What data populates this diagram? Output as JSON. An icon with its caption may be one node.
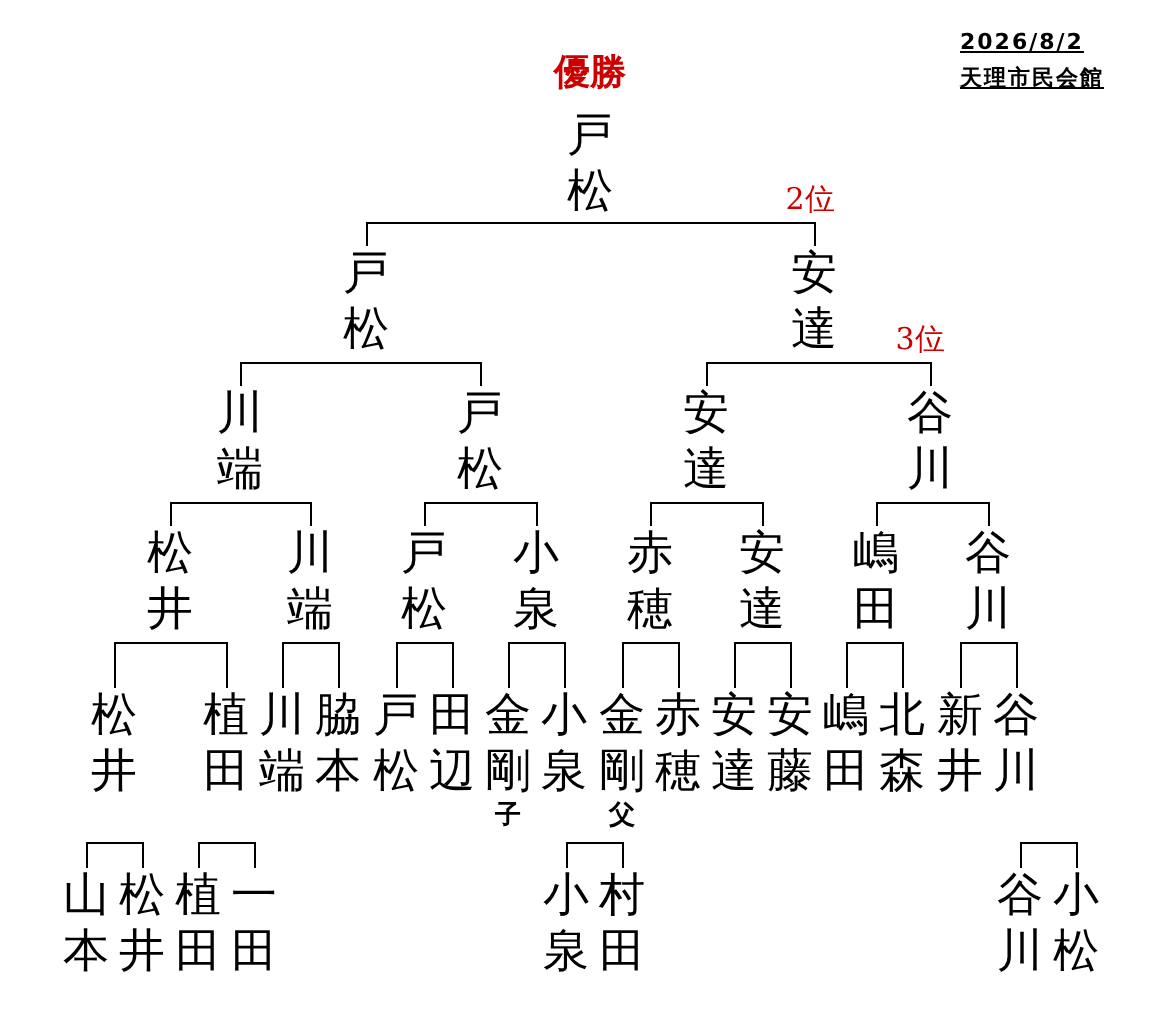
{
  "diagram": {
    "nodes": [
      {
        "text": [
          "戸松"
        ],
        "beside": [
          "優勝"
        ]
      },
      {
        "text": [
          "戸松"
        ]
      },
      {
        "text": [
          "安達"
        ],
        "beside": [
          "2位"
        ]
      },
      {
        "text": [
          "川端"
        ]
      },
      {
        "text": [
          "戸松"
        ]
      },
      {
        "text": [
          "安達"
        ]
      },
      {
        "text": [
          "谷川"
        ],
        "beside": [
          "3位"
        ]
      },
      {
        "text": [
          "松井"
        ]
      },
      {
        "text": [
          "川端"
        ]
      },
      {
        "text": [
          "戸松"
        ]
      },
      {
        "text": [
          "小泉"
        ]
      },
      {
        "text": [
          "赤穂"
        ]
      },
      {
        "text": [
          "安達"
        ]
      },
      {
        "text": [
          "嶋田"
        ]
      },
      {
        "text": [
          "谷川"
        ]
      },
      {
        "text": [
          "松井"
        ]
      },
      {
        "text": [
          "植田"
        ]
      },
      {
        "text": [
          "川端"
        ]
      },
      {
        "text": [
          "脇本"
        ]
      },
      {
        "text": [
          "戸松"
        ]
      },
      {
        "text": [
          "田辺"
        ]
      },
      {
        "text": [
          "金剛"
        ],
        "beside": [
          "子"
        ]
      },
      {
        "text": [
          "小泉"
        ]
      },
      {
        "text": [
          "金剛"
        ],
        "beside": [
          "父"
        ]
      },
      {
        "text": [
          "赤穂"
        ]
      },
      {
        "text": [
          "安達"
        ]
      },
      {
        "text": [
          "安藤"
        ]
      },
      {
        "text": [
          "嶋田"
        ]
      },
      {
        "text": [
          "北森"
        ]
      },
      {
        "text": [
          "新井"
        ]
      },
      {
        "text": [
          "谷川"
        ]
      },
      {
        "text": [
          "山本"
        ]
      },
      {
        "text": [
          "松井"
        ]
      },
      {
        "text": [
          "植田"
        ]
      },
      {
        "text": [
          "一田"
        ]
      },
      {
        "text": [
          "小泉"
        ]
      },
      {
        "text": [
          "村田"
        ]
      },
      {
        "text": [
          "谷川"
        ]
      },
      {
        "text": [
          "小松"
        ]
      }
    ],
    "edges": [
      {
        "from": 1,
        "to": 2,
        "arrow": "none"
      },
      {
        "from": 3,
        "to": 4,
        "arrow": "none"
      },
      {
        "from": 5,
        "to": 6,
        "arrow": "none"
      },
      {
        "from": 7,
        "to": 8,
        "arrow": "none"
      },
      {
        "from": 9,
        "to": 10,
        "arrow": "none"
      },
      {
        "from": 11,
        "to": 12,
        "arrow": "none"
      },
      {
        "from": 13,
        "to": 14,
        "arrow": "none"
      },
      {
        "from": 15,
        "to": 16,
        "arrow": "none"
      },
      {
        "from": 17,
        "to": 18,
        "arrow": "none"
      },
      {
        "from": 19,
        "to": 20,
        "arrow": "none"
      },
      {
        "from": 21,
        "to": 22,
        "arrow": "none"
      },
      {
        "from": 23,
        "to": 24,
        "arrow": "none"
      },
      {
        "from": 25,
        "to": 26,
        "arrow": "none"
      },
      {
        "from": 27,
        "to": 28,
        "arrow": "none"
      },
      {
        "from": 29,
        "to": 30,
        "arrow": "none"
      },
      {
        "from": 31,
        "to": 32,
        "arrow": "none"
      },
      {
        "from": 33,
        "to": 34,
        "arrow": "none"
      },
      {
        "from": 35,
        "to": 36,
        "arrow": "none"
      },
      {
        "from": 37,
        "to": 38,
        "arrow": "none"
      }
    ],
    "labels": [
      "2026/8/2",
      "天理市民会館"
    ]
  }
}
